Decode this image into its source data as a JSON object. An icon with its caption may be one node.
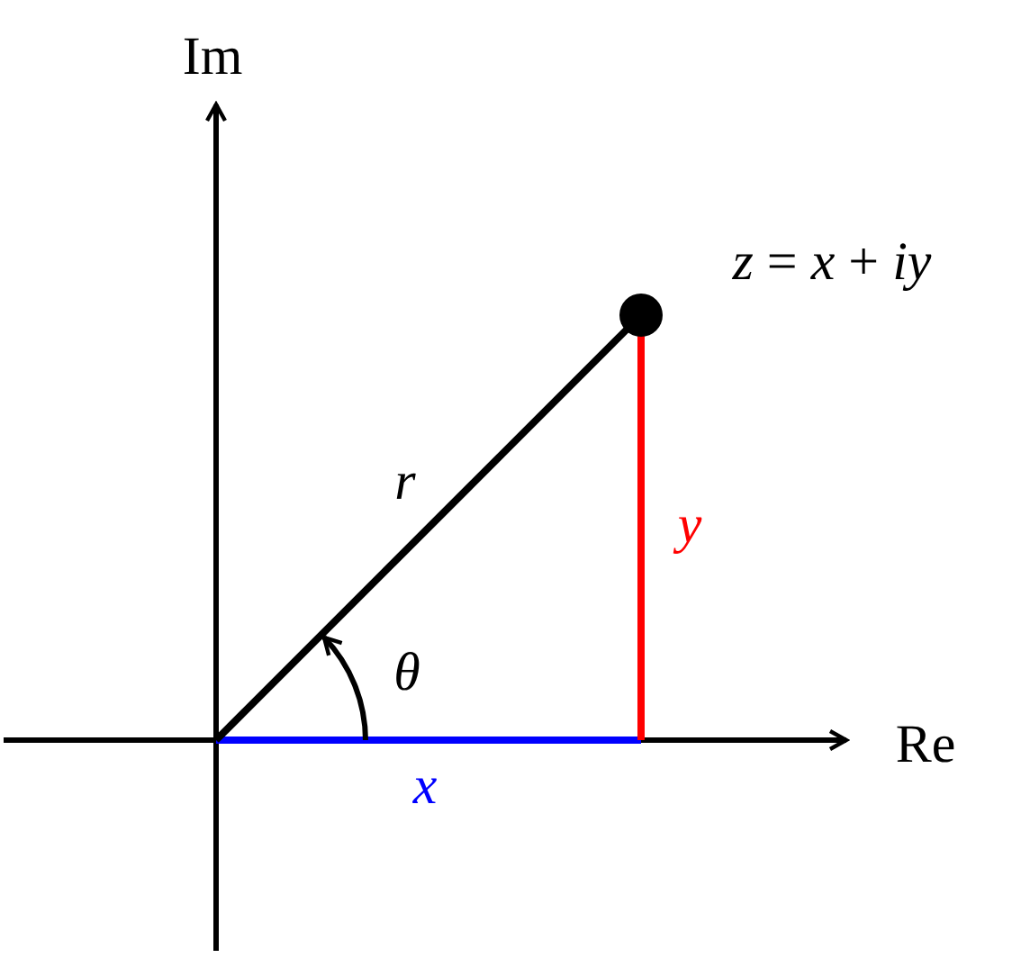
{
  "diagram": {
    "labels": [
      "Im",
      "*z* = *x* + *iy*",
      "r",
      "y",
      "θ",
      "Re",
      "x"
    ]
  }
}
